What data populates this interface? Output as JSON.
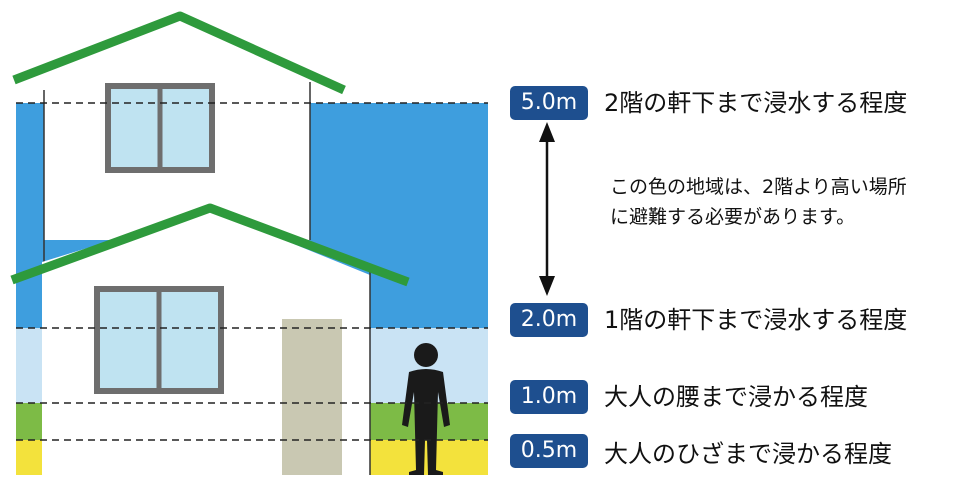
{
  "levels": [
    {
      "badge": "5.0m",
      "description": "2階の軒下まで浸水する程度"
    },
    {
      "badge": "2.0m",
      "description": "1階の軒下まで浸水する程度"
    },
    {
      "badge": "1.0m",
      "description": "大人の腰まで浸かる程度"
    },
    {
      "badge": "0.5m",
      "description": "大人のひざまで浸かる程度"
    }
  ],
  "note": {
    "line1": "この色の地域は、2階より高い場所",
    "line2": "に避難する必要があります。"
  },
  "colors": {
    "zone_5m": "#3e9ede",
    "zone_2m": "#c9e3f4",
    "zone_1m": "#7dbb46",
    "zone_05m": "#f3e23c",
    "roof": "#2e9a3c",
    "badge": "#1e4f8f",
    "window_frame": "#6e6e6e",
    "window_glass": "#bfe3f1",
    "door": "#c9c8b2",
    "person": "#1a1a1a"
  },
  "icons": [
    "house-icon",
    "person-silhouette-icon",
    "double-arrow-icon"
  ]
}
